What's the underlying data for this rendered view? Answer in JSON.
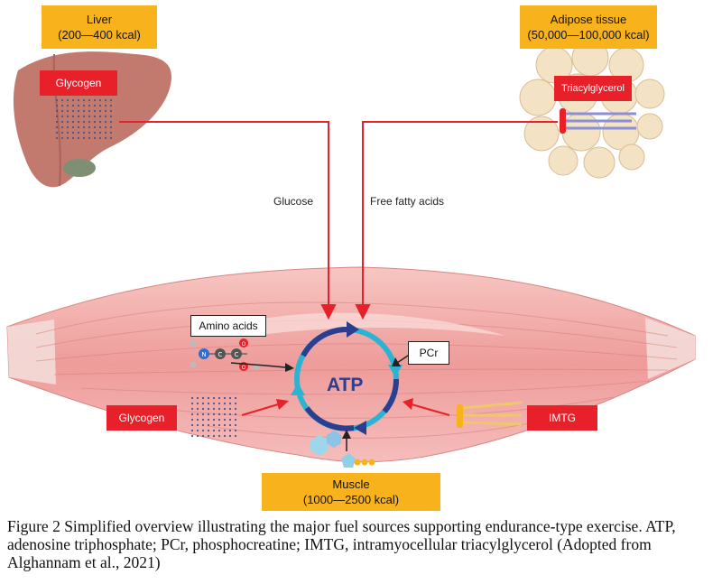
{
  "liver": {
    "title": "Liver",
    "kcal": "(200—400 kcal)",
    "glycogen_label": "Glycogen"
  },
  "adipose": {
    "title": "Adipose tissue",
    "kcal": "(50,000—100,000 kcal)",
    "tag_label": "Triacylglycerol"
  },
  "flows": {
    "glucose": "Glucose",
    "ffa": "Free fatty acids"
  },
  "muscle": {
    "title": "Muscle",
    "kcal": "(1000—2500 kcal)",
    "center": "ATP",
    "amino_acids": "Amino acids",
    "pcr": "PCr",
    "glycogen": "Glycogen",
    "imtg": "IMTG",
    "molecule_atoms": {
      "n": "N",
      "c1": "C",
      "c2": "C",
      "o1": "O",
      "o2": "O"
    }
  },
  "colors": {
    "accent_red": "#e8202a",
    "label_yellow": "#f7b21c",
    "atp_blue": "#2b3e8f",
    "cycle_cyan": "#2bb3d4",
    "muscle_pink": "#f0a0a0",
    "liver_brown": "#c27a6e"
  },
  "caption": "Figure 2 Simplified overview illustrating the major fuel sources supporting endurance-type exercise. ATP, adenosine triphosphate; PCr, phosphocreatine; IMTG, intramyocellular triacylglycerol (Adopted from Alghannam et al., 2021)"
}
